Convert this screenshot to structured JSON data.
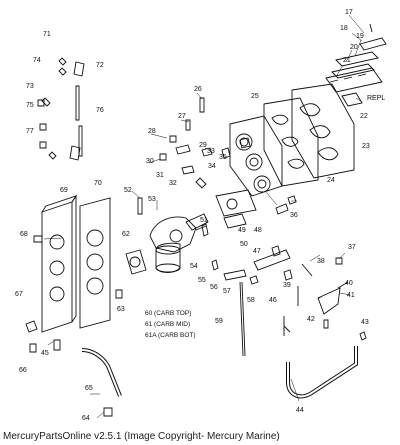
{
  "callouts": [
    "17",
    "18",
    "19",
    "20",
    "21",
    "REPL",
    "22",
    "23",
    "24",
    "25",
    "26",
    "27",
    "28",
    "29",
    "30",
    "31",
    "32",
    "33",
    "34",
    "35",
    "36",
    "37",
    "38",
    "39",
    "40",
    "41",
    "42",
    "43",
    "44",
    "45",
    "46",
    "47",
    "48",
    "49",
    "50",
    "51",
    "52",
    "53",
    "54",
    "55",
    "56",
    "57",
    "58",
    "59",
    "60 (CARB TOP)",
    "61 (CARB MID)",
    "61A (CARB BOT)",
    "62",
    "63",
    "64",
    "65",
    "66",
    "67",
    "68",
    "69",
    "70",
    "71",
    "72",
    "73",
    "74",
    "75",
    "76",
    "77"
  ],
  "footer": "MercuryPartsOnline v2.5.1 (Image Copyright- Mercury Marine)"
}
